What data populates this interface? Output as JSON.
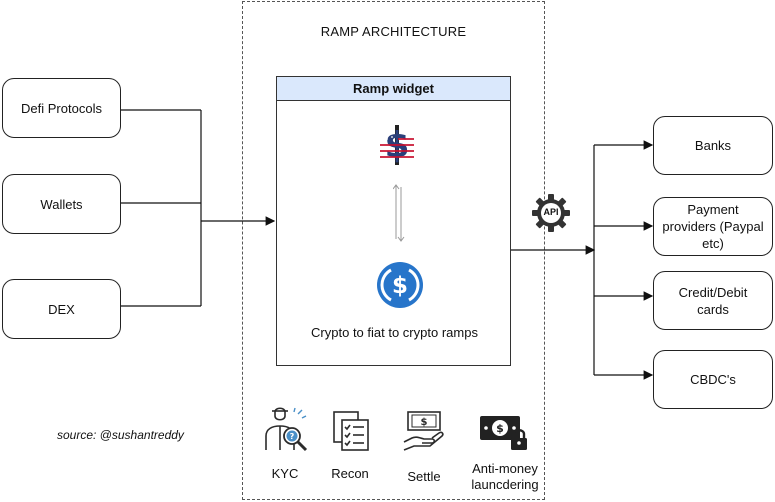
{
  "title": "RAMP ARCHITECTURE",
  "widget": {
    "header": "Ramp widget",
    "caption": "Crypto to fiat to crypto ramps"
  },
  "sources": [
    {
      "label": "Defi Protocols"
    },
    {
      "label": "Wallets"
    },
    {
      "label": "DEX"
    }
  ],
  "api_label": "API",
  "destinations": [
    {
      "label": "Banks"
    },
    {
      "label": "Payment providers (Paypal etc)"
    },
    {
      "label": "Credit/Debit cards"
    },
    {
      "label": "CBDC's"
    }
  ],
  "services": [
    {
      "label": "KYC",
      "icon": "kyc-inspector-icon"
    },
    {
      "label": "Recon",
      "icon": "checklist-documents-icon"
    },
    {
      "label": "Settle",
      "icon": "cash-hand-icon"
    },
    {
      "label": "Anti-money launcdering",
      "icon": "money-lock-icon"
    }
  ],
  "source_credit": "source: @sushantreddy",
  "colors": {
    "widget_header": "#dae8fc",
    "coin_blue": "#2775ca",
    "api_gear": "#333333"
  }
}
